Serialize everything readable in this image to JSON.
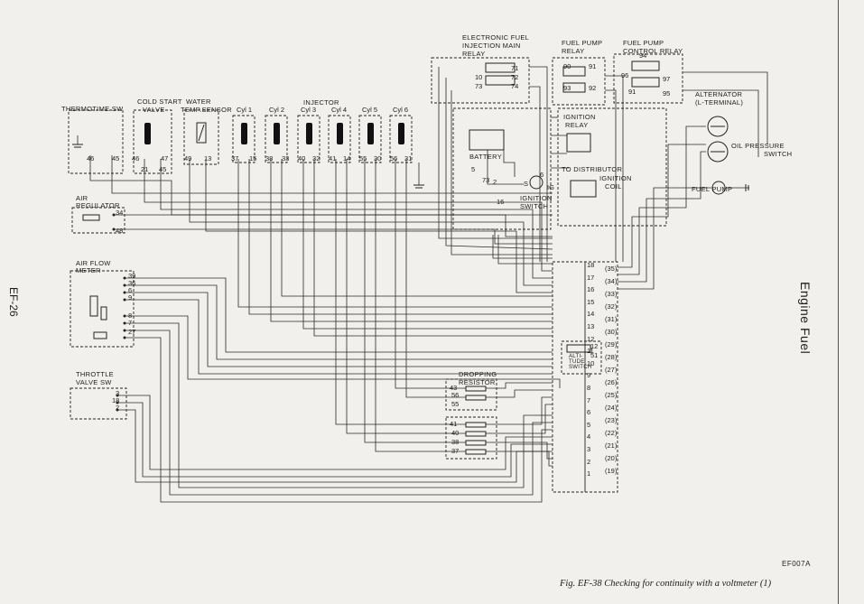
{
  "diagram": {
    "labels": {
      "relay_main": [
        "ELECTRONIC FUEL",
        "INJECTION MAIN",
        "RELAY"
      ],
      "fuel_pump_relay": [
        "FUEL PUMP",
        "RELAY"
      ],
      "fuel_pump_control_relay": [
        "FUEL PUMP",
        "CONTROL RELAY"
      ],
      "alternator": [
        "ALTERNATOR",
        "(L-TERMINAL)"
      ],
      "oil_pressure": [
        "OIL PRESSURE",
        "SWITCH"
      ],
      "ignition_relay": [
        "IGNITION",
        "RELAY"
      ],
      "battery": "BATTERY",
      "to_distributor": "TO DISTRIBUTOR",
      "ignition_coil": [
        "IGNITION",
        "COIL"
      ],
      "ignition_switch": [
        "IGNITION",
        "SWITCH"
      ],
      "fuel_pump": "FUEL PUMP",
      "injector": "INJECTOR",
      "thermotime": "THERMOTIME SW",
      "cold_start": [
        "COLD START",
        "VALVE"
      ],
      "water_temp": [
        "WATER",
        "TEMP.SENSOR"
      ],
      "cyl": [
        "Cyl 1",
        "Cyl 2",
        "Cyl 3",
        "Cyl 4",
        "Cyl 5",
        "Cyl 6"
      ],
      "air_regulator": [
        "AIR",
        "REGULATOR"
      ],
      "air_flow_meter": [
        "AIR FLOW",
        "METER"
      ],
      "throttle_valve": [
        "THROTTLE",
        "VALVE SW"
      ],
      "dropping_resistor": [
        "DROPPING",
        "RESISTOR"
      ],
      "alti_switch": [
        "ALTI-",
        "TUDE",
        "SWITCH"
      ]
    },
    "terminals": {
      "top_row": [
        "46",
        "45",
        "46",
        "47",
        "21",
        "45",
        "49",
        "13",
        "37",
        "15",
        "38",
        "33",
        "40",
        "32",
        "41",
        "14",
        "55",
        "30",
        "56",
        "31"
      ],
      "relay_main": [
        "71",
        "10",
        "72",
        "73",
        "74"
      ],
      "fp_relay": [
        "90",
        "91",
        "93",
        "92"
      ],
      "fp_control": [
        "94",
        "96",
        "97",
        "91",
        "95"
      ],
      "ign_switch": [
        "5",
        "2",
        "73",
        "16",
        "6",
        "IG",
        "S"
      ],
      "air_reg": [
        "34",
        "48"
      ],
      "afm": [
        "39",
        "36",
        "6",
        "9",
        "8",
        "7",
        "27"
      ],
      "throttle": [
        "3",
        "18",
        "2"
      ],
      "dropping_top": [
        "43",
        "56",
        "55"
      ],
      "dropping_bot": [
        "41",
        "40",
        "38",
        "37"
      ],
      "alti": [
        "12",
        "51"
      ],
      "conn_right": [
        "(35)",
        "(34)",
        "(33)",
        "(32)",
        "(31)",
        "(30)",
        "(29)",
        "(28)",
        "(27)",
        "(26)",
        "(25)",
        "(24)",
        "(23)",
        "(22)",
        "(21)",
        "(20)",
        "(19)"
      ],
      "conn_left": [
        "18",
        "17",
        "16",
        "15",
        "14",
        "13",
        "12",
        "11",
        "10",
        "9",
        "8",
        "7",
        "6",
        "5",
        "4",
        "3",
        "2",
        "1"
      ]
    }
  },
  "page": {
    "side_title": "Engine Fuel",
    "page_number": "EF-26",
    "figure_code": "EF007A",
    "caption": "Fig. EF-38  Checking for continuity with a voltmeter (1)"
  }
}
